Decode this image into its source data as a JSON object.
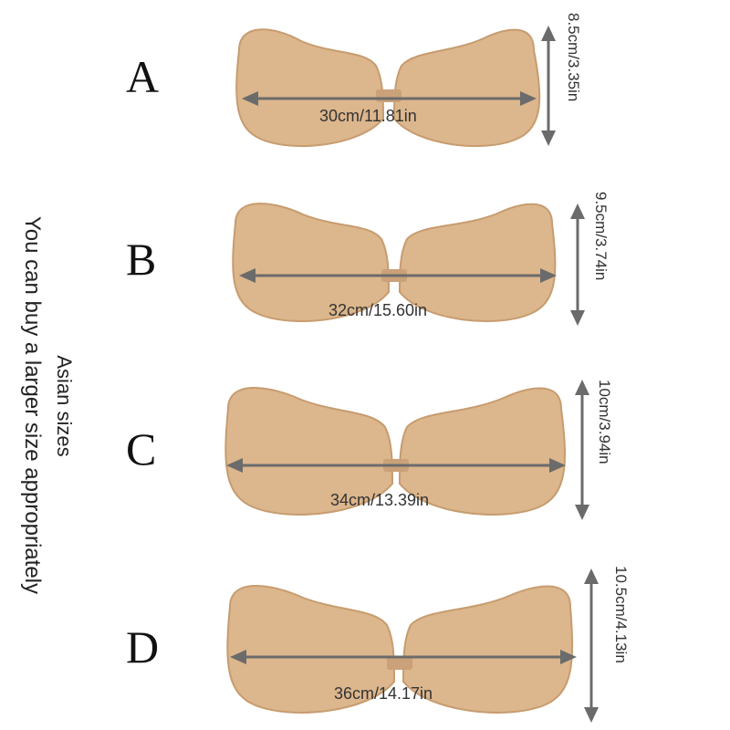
{
  "side_note": {
    "main": "You can buy a larger size appropriately",
    "secondary": "Asian sizes"
  },
  "sizes": [
    {
      "letter": "A",
      "width": "30cm/11.81in",
      "height": "8.5cm/3.35in"
    },
    {
      "letter": "B",
      "width": "32cm/15.60in",
      "height": "9.5cm/3.74in"
    },
    {
      "letter": "C",
      "width": "34cm/13.39in",
      "height": "10cm/3.94in"
    },
    {
      "letter": "D",
      "width": "36cm/14.17in",
      "height": "10.5cm/4.13in"
    }
  ],
  "colors": {
    "pad": "#dcb68c",
    "pad_edge": "#c79c6f",
    "arrow": "#6b6b6b"
  }
}
